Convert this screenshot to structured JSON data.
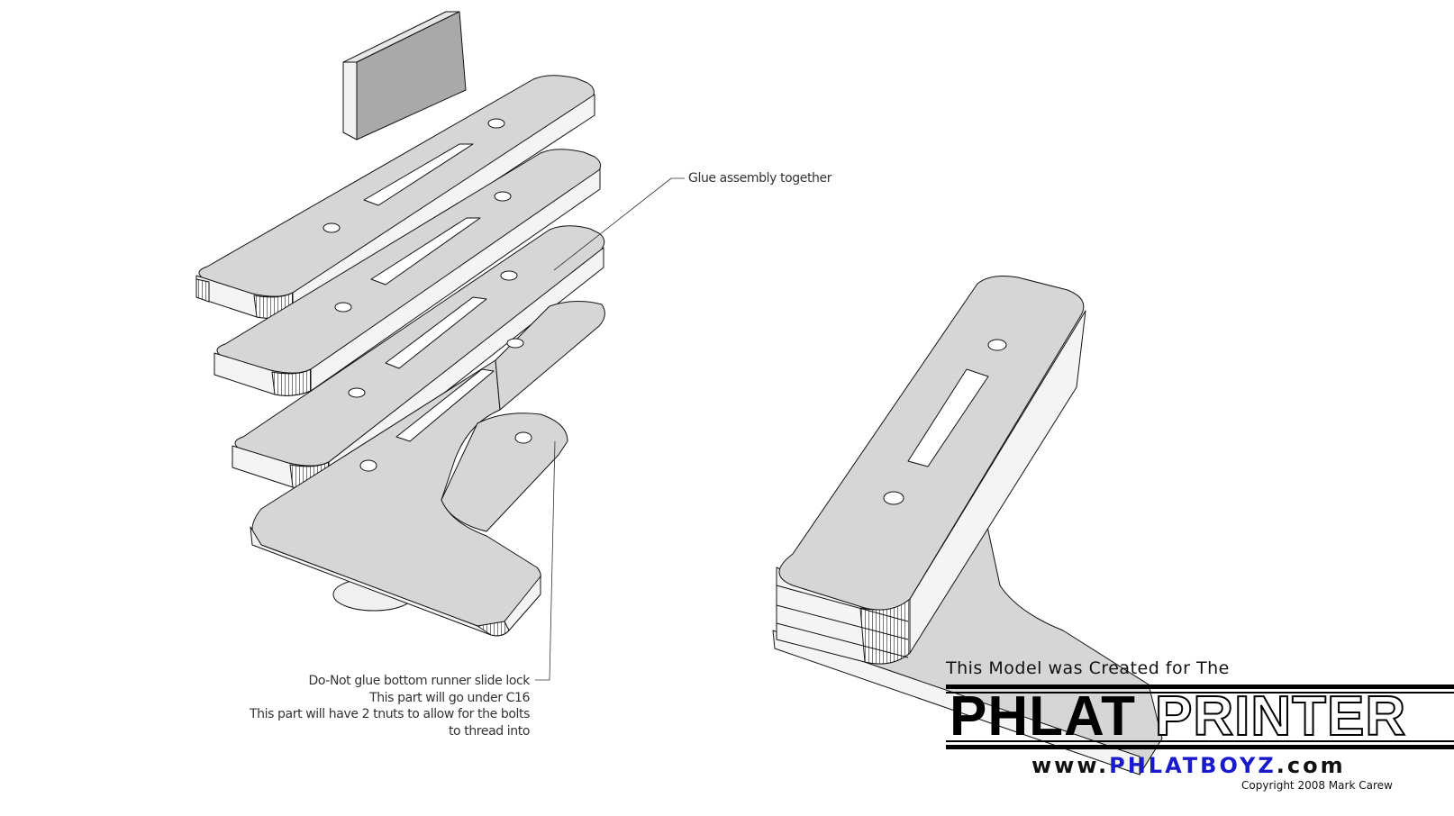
{
  "annotations": {
    "glue": "Glue assembly together",
    "bottom_lines": [
      "Do-Not glue bottom runner slide lock",
      "This part will go under C16",
      "This part will have 2 tnuts to allow for the bolts",
      "to thread into"
    ]
  },
  "banner": {
    "heading": "This Model was Created for The",
    "logo_left": "PHLAT",
    "logo_right": "PRINTER",
    "url_prefix": "www.",
    "url_highlight": "PHLATBOYZ",
    "url_suffix": ".com",
    "copyright": "Copyright 2008 Mark Carew"
  },
  "colors": {
    "face": "#d6d6d6",
    "side": "#f4f4f4",
    "block": "#a9a9a9",
    "url_accent": "#1a1acc"
  }
}
